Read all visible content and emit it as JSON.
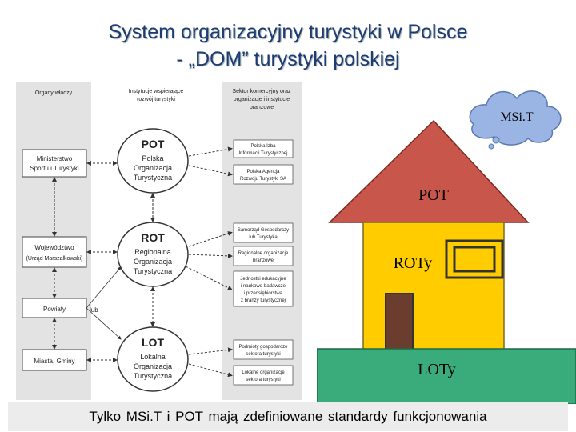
{
  "title": {
    "line1": "System organizacyjny turystyki w Polsce",
    "line2": "- „DOM” turystyki polskiej"
  },
  "diagram": {
    "headers": [
      "Organy władzy",
      "Instytucje wspierające",
      "rozwój turystyki",
      "Sektor komercyjny oraz",
      "organizacje i instytucje",
      "branżowe"
    ],
    "gov_boxes": [
      [
        "Ministerstwo",
        "Sportu i Turystyki"
      ],
      [
        "Województwo",
        "(Urząd Marszałkowski)"
      ],
      [
        "Powiaty"
      ],
      [
        "Miasta, Gminy"
      ]
    ],
    "lub": "lub",
    "org_circles": [
      {
        "abbr": "POT",
        "name": [
          "Polska",
          "Organizacja",
          "Turystyczna"
        ]
      },
      {
        "abbr": "ROT",
        "name": [
          "Regionalna",
          "Organizacja",
          "Turystyczna"
        ]
      },
      {
        "abbr": "LOT",
        "name": [
          "Lokalna",
          "Organizacja",
          "Turystyczna"
        ]
      }
    ],
    "sector_boxes": [
      [
        "Polska Izba",
        "Informacji Turystycznej"
      ],
      [
        "Polska Agencja",
        "Rozwoju Turystyki SA"
      ],
      [
        "Samorząd Gospodarczy",
        "lub Turystyka"
      ],
      [
        "Regionalne organizacje",
        "branżowe"
      ],
      [
        "Jednostki edukacyjne",
        "i naukowo-badawcze",
        "i przedsiębiorstwa",
        "z branży turystycznej"
      ],
      [
        "Podmioty gospodarcze",
        "sektora turystyki"
      ],
      [
        "Lokalne organizacje",
        "sektora turystyki"
      ]
    ]
  },
  "house": {
    "cloud_label": "MSi.T",
    "roof_label": "POT",
    "middle_label": "ROTy",
    "base_label": "LOTy",
    "colors": {
      "roof": "#c8564a",
      "wall": "#ffcc00",
      "base": "#3aab7a",
      "door": "#6b3d2e",
      "cloud": "#9ab4e4"
    }
  },
  "footer": "Tylko MSi.T i POT mają zdefiniowane standardy funkcjonowania"
}
